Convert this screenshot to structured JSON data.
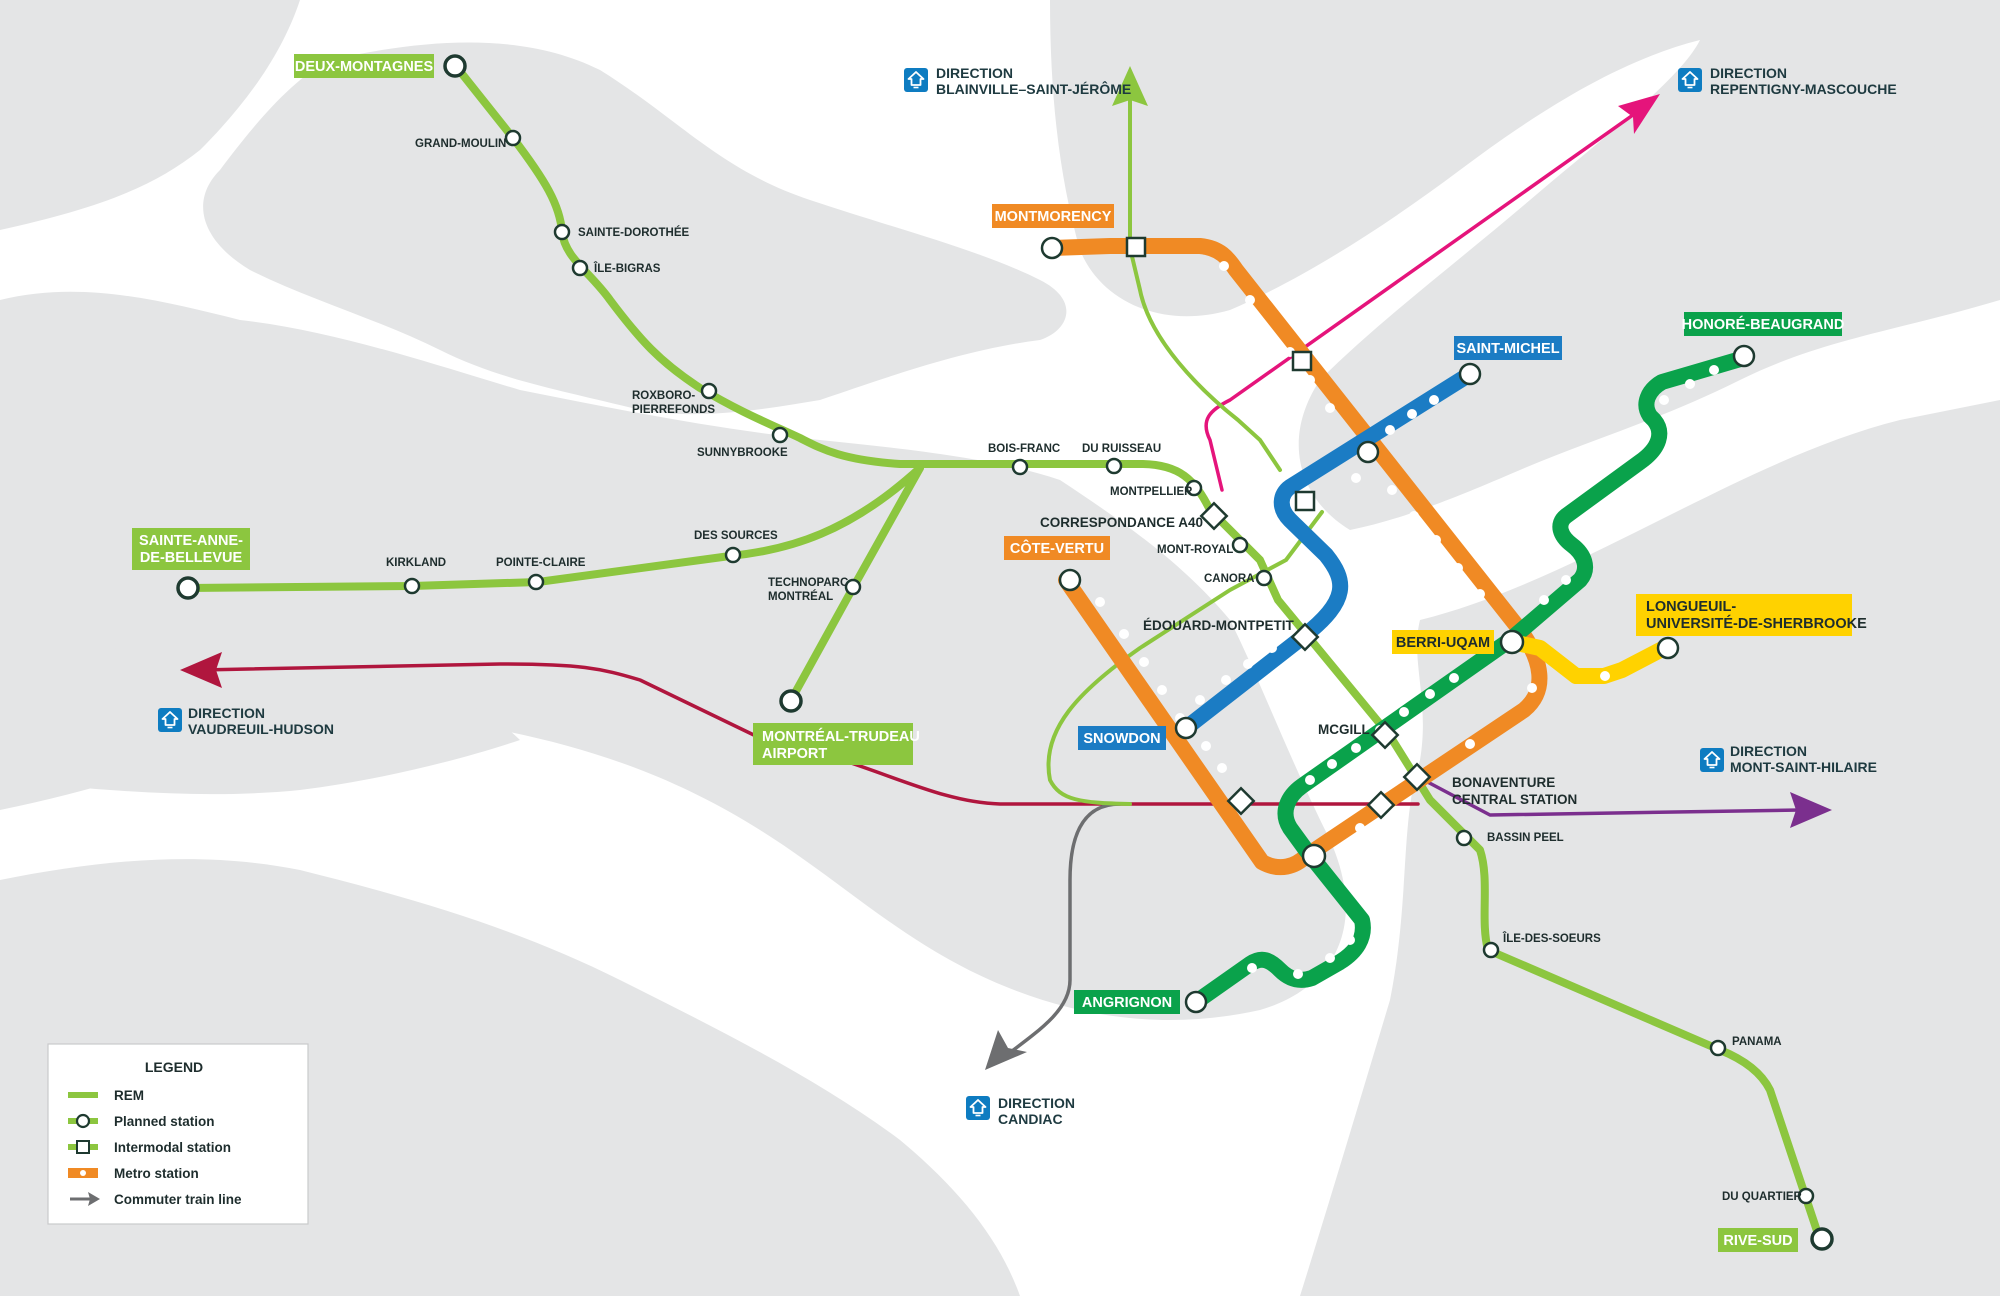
{
  "colors": {
    "rem": "#8cc63f",
    "orange": "#f08a24",
    "blue": "#1b7cc4",
    "green": "#0aa24b",
    "yellow": "#ffd200",
    "pink": "#e5147b",
    "crimson": "#b0163e",
    "purple": "#7b2f8e",
    "grey": "#6d6e70",
    "land": "#e4e5e6",
    "text": "#1e2d2d",
    "train_icon": "#0e7cc1"
  },
  "icons": {
    "commuter_train": "train-icon",
    "planned_station": "open-circle",
    "intermodal_station": "open-square",
    "metro_station": "white-dot"
  },
  "rem_terminals": {
    "deux_montagnes": "DEUX-MONTAGNES",
    "sainte_anne": [
      "SAINTE-ANNE-",
      "DE-BELLEVUE"
    ],
    "airport": [
      "MONTRÉAL-TRUDEAU",
      "AIRPORT"
    ],
    "rive_sud": "RIVE-SUD"
  },
  "rem_stations": {
    "grand_moulin": "GRAND-MOULIN",
    "sainte_dorothee": "SAINTE-DOROTHÉE",
    "ile_bigras": "ÎLE-BIGRAS",
    "roxboro": [
      "ROXBORO-",
      "PIERREFONDS"
    ],
    "sunnybrooke": "SUNNYBROOKE",
    "bois_franc": "BOIS-FRANC",
    "du_ruisseau": "DU RUISSEAU",
    "montpellier": "MONTPELLIER",
    "correspondance_a40": "CORRESPONDANCE A40",
    "mont_royal": "MONT-ROYAL",
    "canora": "CANORA",
    "kirkland": "KIRKLAND",
    "pointe_claire": "POINTE-CLAIRE",
    "des_sources": "DES SOURCES",
    "technoparc": [
      "TECHNOPARC",
      "MONTRÉAL"
    ],
    "edouard_montpetit": "ÉDOUARD-MONTPETIT",
    "mcgill": "MCGILL",
    "bonaventure": [
      "BONAVENTURE",
      "CENTRAL STATION"
    ],
    "bassin_peel": "BASSIN PEEL",
    "ile_des_soeurs": "ÎLE-DES-SOEURS",
    "panama": "PANAMA",
    "du_quartier": "DU QUARTIER"
  },
  "metro_terminals": {
    "montmorency": "MONTMORENCY",
    "cote_vertu": "CÔTE-VERTU",
    "saint_michel": "SAINT-MICHEL",
    "snowdon": "SNOWDON",
    "honore_beaugrand": "HONORÉ-BEAUGRAND",
    "angrignon": "ANGRIGNON",
    "longueuil": [
      "LONGUEUIL-",
      "UNIVERSITÉ-DE-SHERBROOKE"
    ],
    "berri_uqam": "BERRI-UQAM"
  },
  "directions": {
    "blainville": [
      "DIRECTION",
      "BLAINVILLE–SAINT-JÉRÔME"
    ],
    "repentigny": [
      "DIRECTION",
      "REPENTIGNY-MASCOUCHE"
    ],
    "vaudreuil": [
      "DIRECTION",
      "VAUDREUIL-HUDSON"
    ],
    "mont_saint_hilaire": [
      "DIRECTION",
      "MONT-SAINT-HILAIRE"
    ],
    "candiac": [
      "DIRECTION",
      "CANDIAC"
    ]
  },
  "legend": {
    "title": "LEGEND",
    "items": [
      "REM",
      "Planned station",
      "Intermodal station",
      "Metro station",
      "Commuter train line"
    ]
  }
}
